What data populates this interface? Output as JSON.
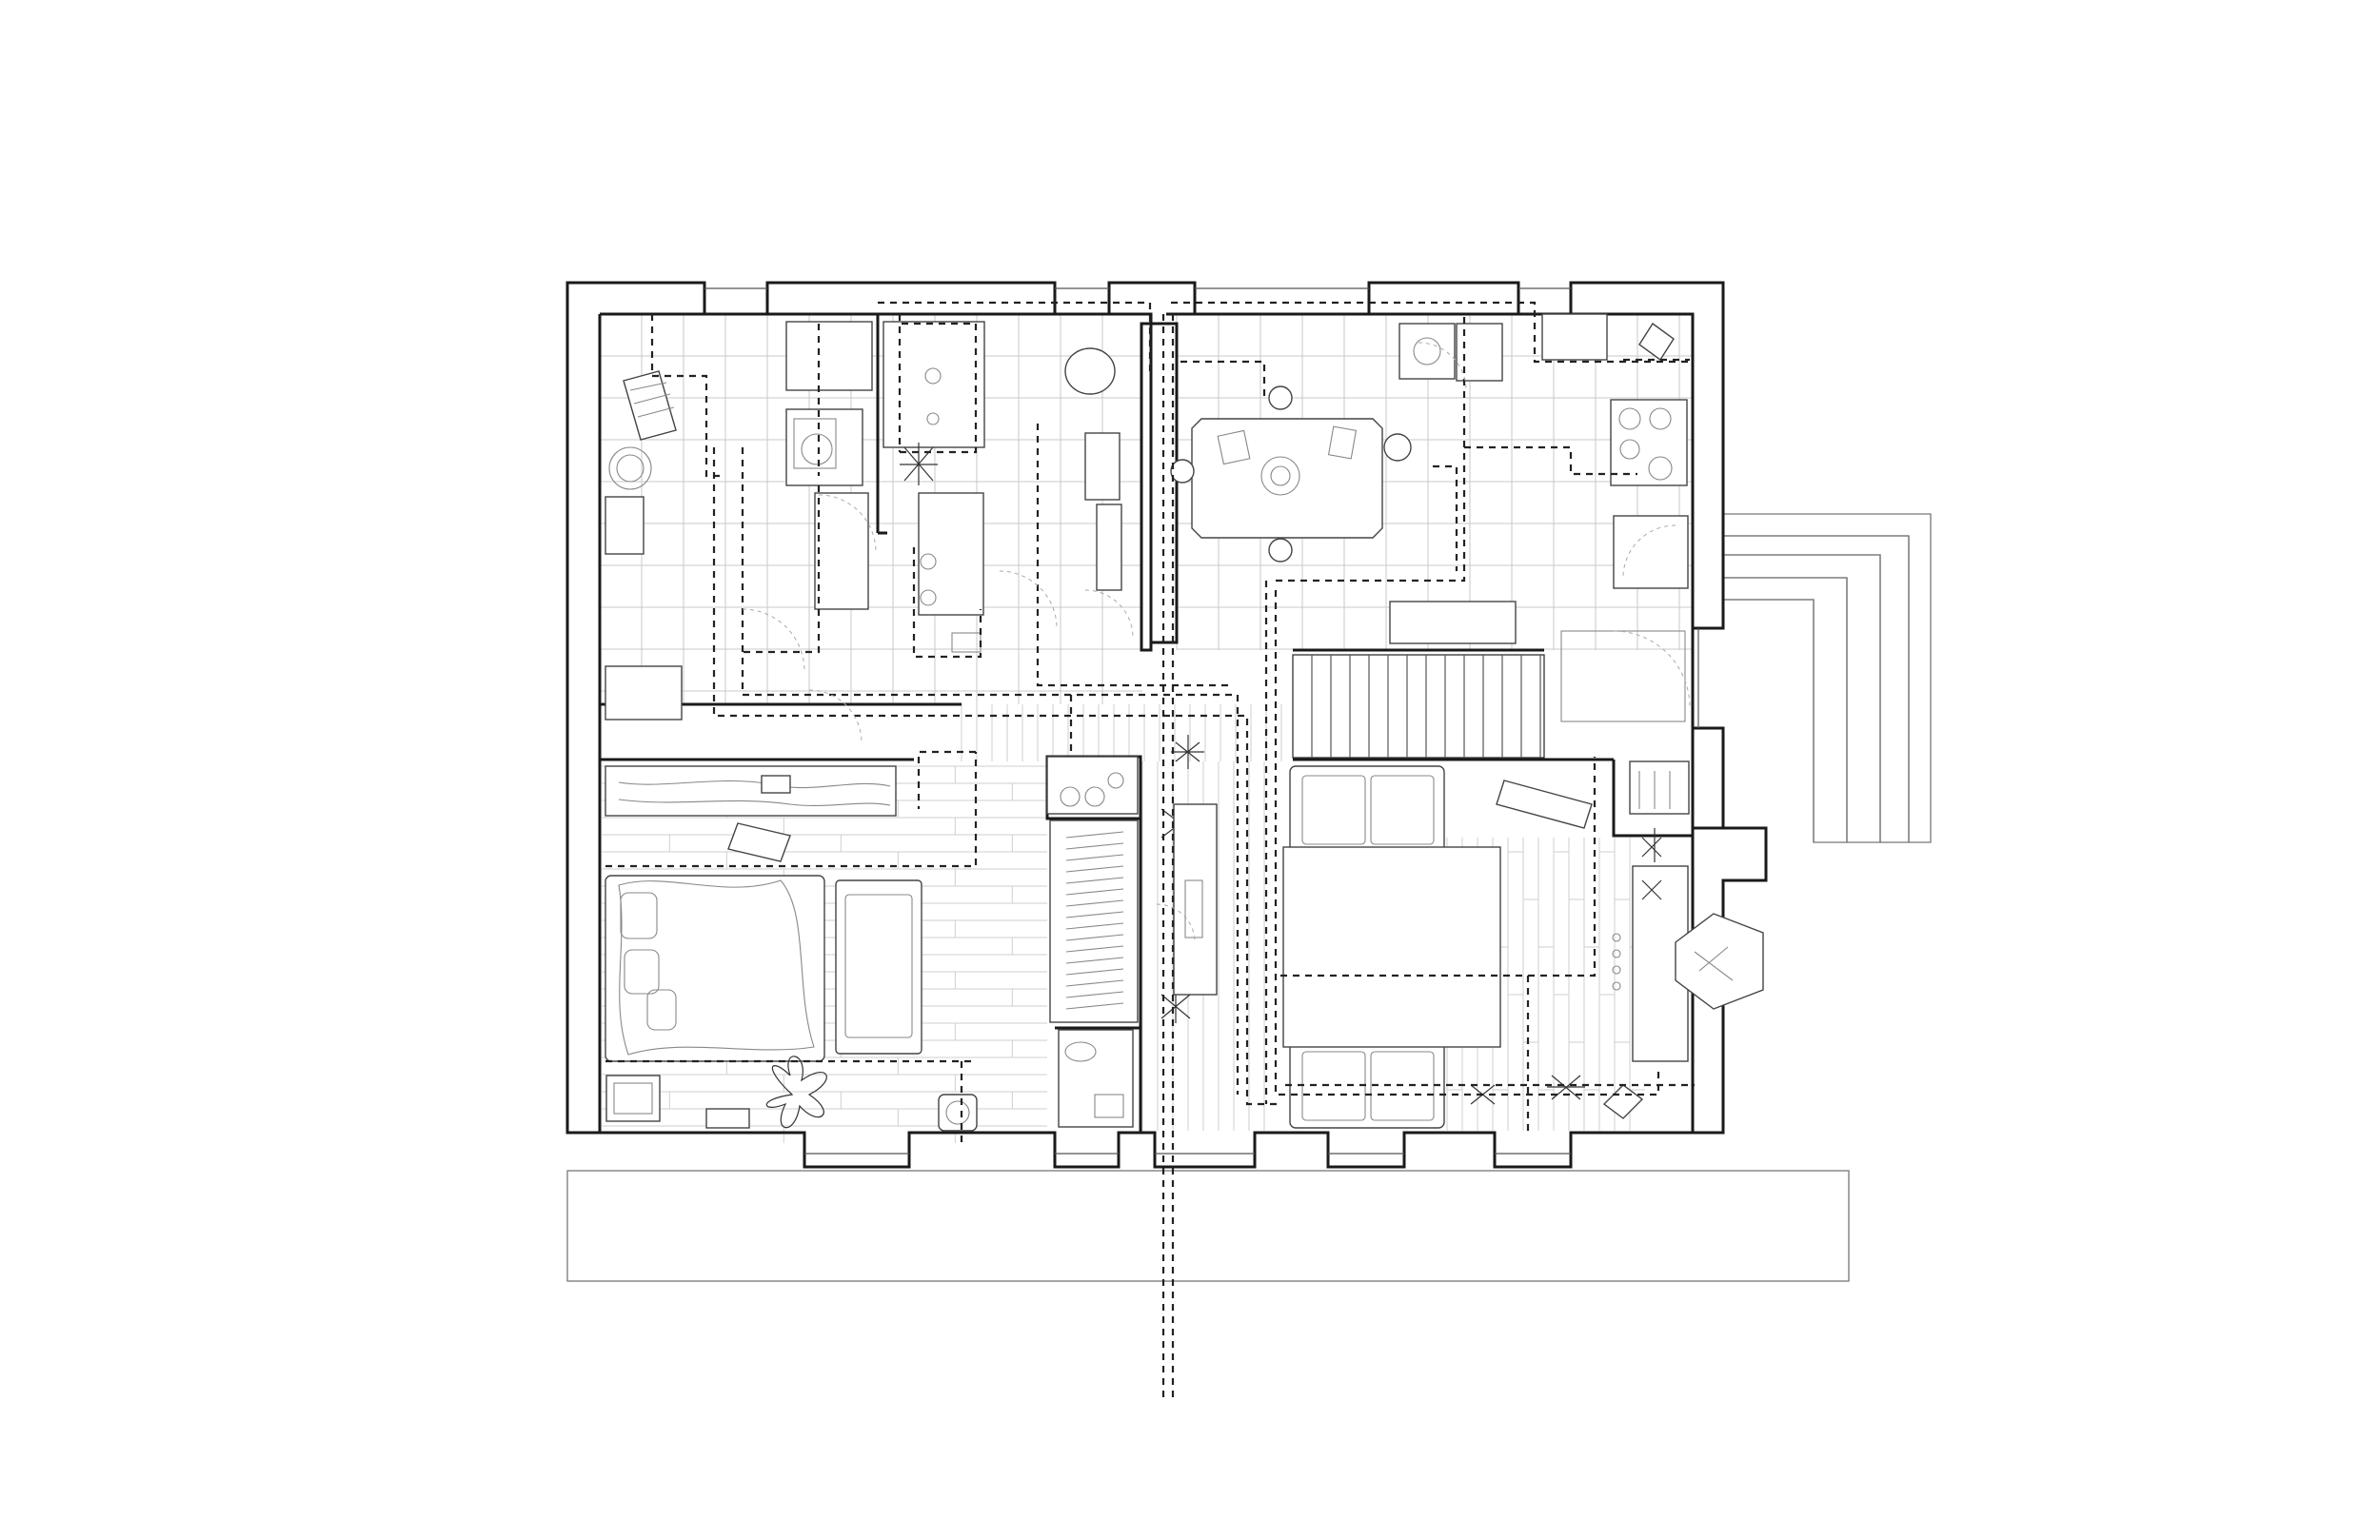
{
  "drawing": {
    "type": "architectural floor plan",
    "rooms": [
      {
        "name": "kitchen-utility",
        "floor": "tile"
      },
      {
        "name": "bathroom",
        "floor": "tile"
      },
      {
        "name": "dining",
        "floor": "tile"
      },
      {
        "name": "bedroom",
        "floor": "wood"
      },
      {
        "name": "hallway",
        "floor": "wood"
      },
      {
        "name": "living-room",
        "floor": "wood"
      },
      {
        "name": "stair",
        "floor": "stair"
      }
    ],
    "colors": {
      "walls": "#1a1a1a",
      "grid": "#c8c8c8",
      "services": "#222222",
      "background": "#ffffff"
    },
    "icons": [
      "bed-icon",
      "sofa-icon",
      "table-icon",
      "plant-icon",
      "stair-icon",
      "fireplace-icon",
      "toilet-icon",
      "basin-icon"
    ]
  }
}
